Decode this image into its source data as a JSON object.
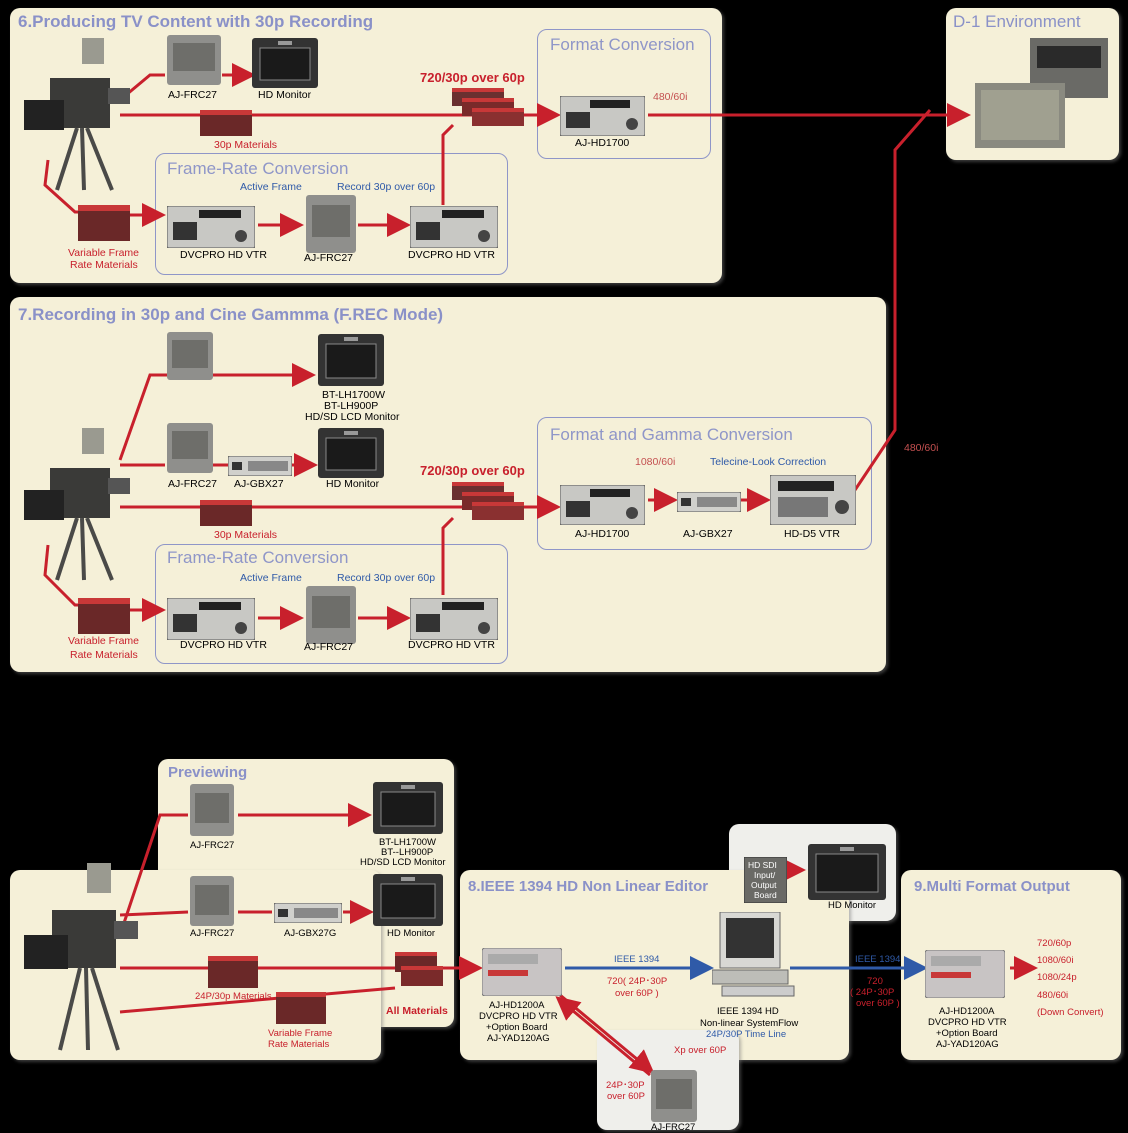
{
  "colors": {
    "panel": "#f5f0d8",
    "title": "#8a91c8",
    "line_red": "#c8202c",
    "line_blue": "#2f5aa8",
    "text_pink": "#c45050",
    "text_blue": "#2f5aa8"
  },
  "s6": {
    "title": "6.Producing TV Content with 30p Recording",
    "frc_top": "AJ-FRC27",
    "hd_monitor": "HD Monitor",
    "p30_materials": "30p Materials",
    "over60": "720/30p over 60p",
    "format_conversion": "Format Conversion",
    "hd1700": "AJ-HD1700",
    "rate_480": "480/60i",
    "frame_rate_conversion": "Frame-Rate Conversion",
    "active_frame": "Active Frame",
    "record30": "Record 30p over 60p",
    "vfr_line1": "Variable Frame",
    "vfr_line2": "Rate Materials",
    "dvcpro1": "DVCPRO HD VTR",
    "frc_mid": "AJ-FRC27",
    "dvcpro2": "DVCPRO HD VTR"
  },
  "d1": {
    "title": "D-1 Environment"
  },
  "s7": {
    "title": "7.Recording in 30p and Cine Gammma (F.REC Mode)",
    "lcd_line1": "BT-LH1700W",
    "lcd_line2": "BT-LH900P",
    "lcd_line3": "HD/SD LCD Monitor",
    "frc": "AJ-FRC27",
    "gbx": "AJ-GBX27",
    "hd_monitor": "HD Monitor",
    "over60": "720/30p over 60p",
    "p30_materials": "30p Materials",
    "fgc": "Format and Gamma Conversion",
    "rate_1080": "1080/60i",
    "telecine": "Telecine-Look Correction",
    "hd1700": "AJ-HD1700",
    "gbx2": "AJ-GBX27",
    "hdd5": "HD-D5 VTR",
    "rate_480": "480/60i",
    "frame_rate_conversion": "Frame-Rate Conversion",
    "active_frame": "Active Frame",
    "record30": "Record 30p over 60p",
    "vfr_line1": "Variable Frame",
    "vfr_line2": "Rate Materials",
    "dvcpro1": "DVCPRO HD VTR",
    "frc_mid": "AJ-FRC27",
    "dvcpro2": "DVCPRO HD VTR"
  },
  "prev": {
    "title": "Previewing",
    "frc1": "AJ-FRC27",
    "lcd_line1": "BT-LH1700W",
    "lcd_line2": "BT--LH900P",
    "lcd_line3": "HD/SD LCD Monitor",
    "frc2": "AJ-FRC27",
    "gbx": "AJ-GBX27G",
    "hd_monitor": "HD Monitor",
    "m24": "24P/30p Materials",
    "vfr_line1": "Variable Frame",
    "vfr_line2": "Rate Materials",
    "all": "All Materials"
  },
  "s8": {
    "title": "8.IEEE 1394 HD Non Linear Editor",
    "vtr_line1": "AJ-HD1200A",
    "vtr_line2": "DVCPRO HD VTR",
    "vtr_line3": "+Option Board",
    "vtr_line4": "AJ-YAD120AG",
    "ieee": "IEEE 1394",
    "rate_line1": "720( 24P･30P",
    "rate_line2": "over 60P )",
    "sdi_line1": "HD SDI",
    "sdi_line2": "Input/",
    "sdi_line3": "Output",
    "sdi_line4": "Board",
    "hd_monitor": "HD Monitor",
    "pc_line1": "IEEE 1394 HD",
    "pc_line2": "Non-linear SystemFlow",
    "pc_line3": "24P/30P Time Line",
    "xp": "Xp over 60P",
    "fr_line1": "24P･30P",
    "fr_line2": "over 60P",
    "frc": "AJ-FRC27"
  },
  "s9": {
    "title": "9.Multi Format Output",
    "ieee": "IEEE 1394",
    "r_line1": "720",
    "r_line2": "( 24P･30P",
    "r_line3": "over 60P )",
    "vtr_line1": "AJ-HD1200A",
    "vtr_line2": "DVCPRO HD VTR",
    "vtr_line3": "+Option Board",
    "vtr_line4": "AJ-YAD120AG",
    "out1": "720/60p",
    "out2": "1080/60i",
    "out3": "1080/24p",
    "out4": "480/60i",
    "out5": "(Down Convert)"
  }
}
